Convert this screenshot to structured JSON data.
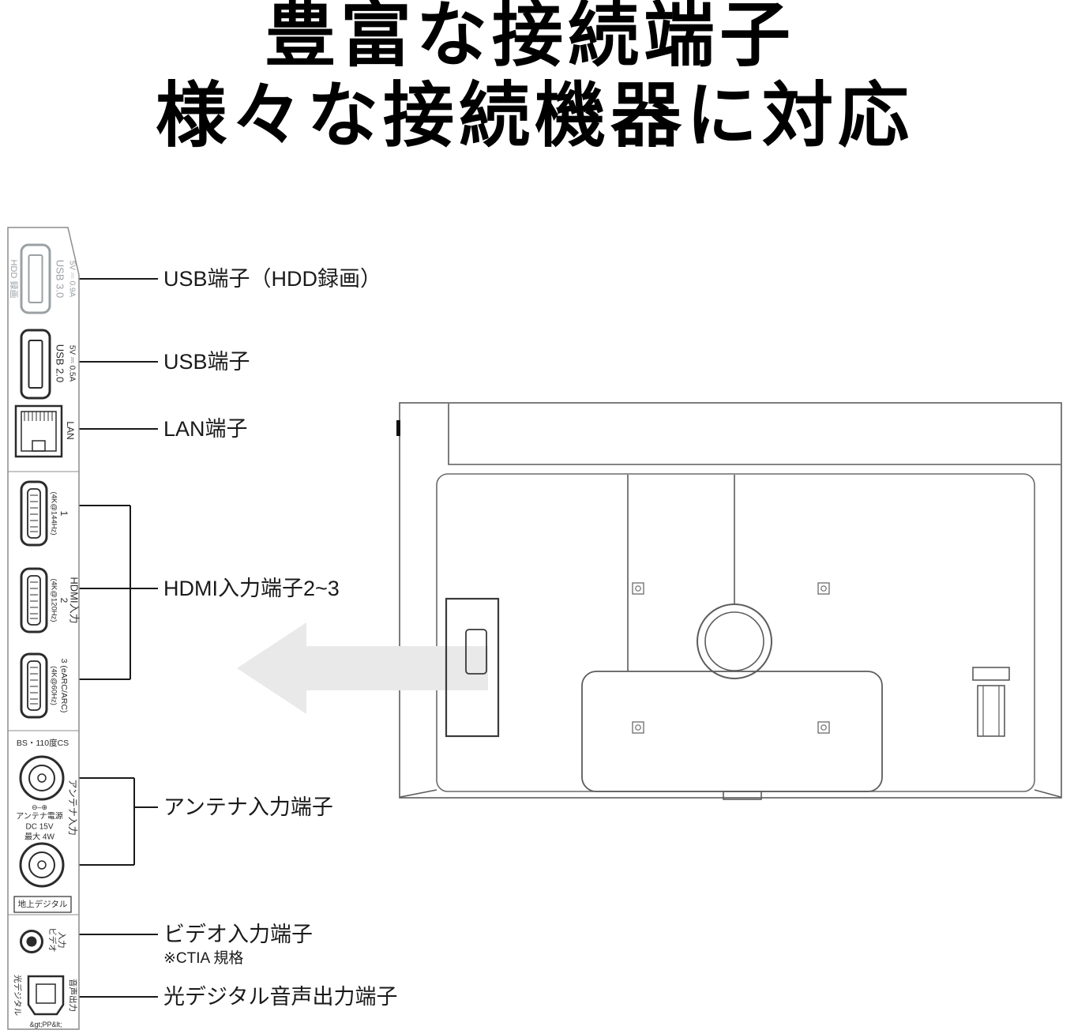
{
  "title": {
    "line1": "豊富な接続端子",
    "line2": "様々な接続機器に対応"
  },
  "callouts": {
    "usb_hdd": "USB端子（HDD録画）",
    "usb": "USB端子",
    "lan": "LAN端子",
    "hdmi": "HDMI入力端子2~3",
    "antenna": "アンテナ入力端子",
    "video": "ビデオ入力端子",
    "video_note": "※CTIA 規格",
    "optical": "光デジタル音声出力端子"
  },
  "panel": {
    "hdd_rec": "HDD 録画",
    "usb3_label": "USB 3.0",
    "usb3_spec": "5V ⎓ 0.9A",
    "usb2_label": "USB 2.0",
    "usb2_spec": "5V ⎓ 0.5A",
    "lan_label": "LAN",
    "hdmi1_spec": "(4K@144Hz)",
    "hdmi1_num": "1",
    "hdmi2_spec": "(4K@120Hz)",
    "hdmi2_num": "2",
    "hdmi_group": "HDMI入力",
    "hdmi3_spec": "(4K@60Hz)",
    "hdmi3_num": "3 (eARC/ARC)",
    "bs_cs": "BS・110度CS",
    "ant_sym": "⊖–⊕",
    "ant_power1": "アンテナ電源",
    "ant_power2": "DC 15V",
    "ant_power3": "最大 4W",
    "antenna_group": "アンテナ入力",
    "terrestrial": "地上デジタル",
    "video_l1": "ビデオ",
    "video_l2": "入力",
    "optical_left": "光デジタル",
    "optical_right": "音声出力",
    "optical_bottom": "&gt;PP&lt;"
  }
}
